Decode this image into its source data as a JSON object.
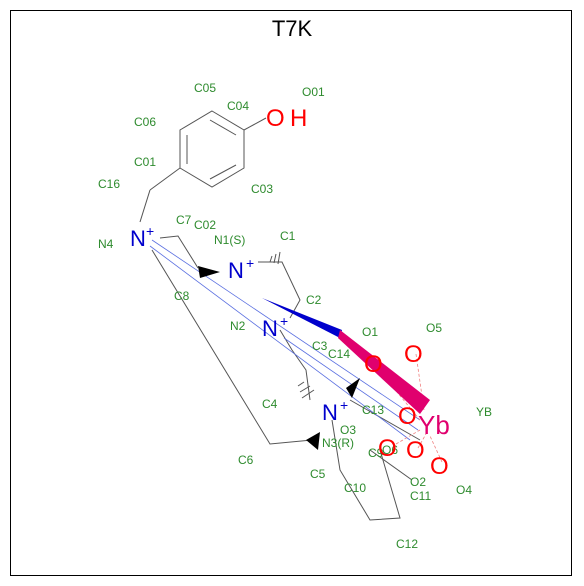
{
  "title": "T7K",
  "colors": {
    "carbon": "#2e8b2e",
    "nitrogen": "#0000cc",
    "oxygen": "#ff0000",
    "ytterbium": "#e0006e",
    "bond": "#555555"
  },
  "atoms": {
    "C05": "C05",
    "C04": "C04",
    "O01": "O01",
    "C06": "C06",
    "C01": "C01",
    "C03": "C03",
    "C16": "C16",
    "C02": "C02",
    "C7": "C7",
    "N4": "N4",
    "N1S": "N1(S)",
    "C1": "C1",
    "C8": "C8",
    "C2": "C2",
    "N2": "N2",
    "O1": "O1",
    "O5": "O5",
    "C3": "C3",
    "C14": "C14",
    "C4": "C4",
    "C13": "C13",
    "YBlabel": "YB",
    "O3": "O3",
    "N3R": "N3(R)",
    "O6": "O6",
    "C9": "C9",
    "C6": "C6",
    "C5": "C5",
    "O2": "O2",
    "C10": "C10",
    "C11": "C11",
    "O4": "O4",
    "C12": "C12"
  },
  "symbols": {
    "OH_O": "O",
    "OH_H": "H",
    "N4": "N",
    "N1": "N",
    "N2": "N",
    "N3": "N",
    "plus": "+",
    "O": "O",
    "Yb": "Yb"
  }
}
